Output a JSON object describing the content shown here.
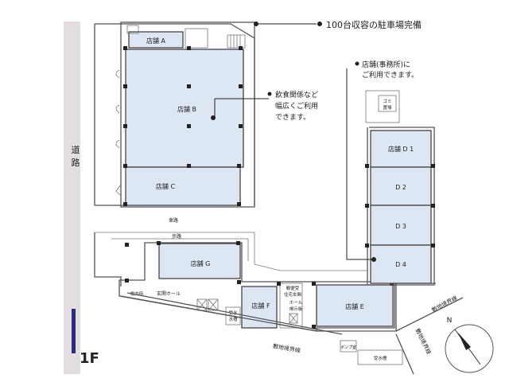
{
  "floor_label": "1F",
  "road": {
    "char1": "道",
    "char2": "路"
  },
  "notes": {
    "parking": "100台収容の駐車場完備",
    "office_line1": "店舗(事務所)に",
    "office_line2": "ご利用できます。",
    "food_line1": "飲食関係など",
    "food_line2": "幅広くご利用",
    "food_line3": "できます。"
  },
  "rooms": {
    "a": "店舗 A",
    "b": "店舗 B",
    "c": "店舗 C",
    "d1": "店舗 D 1",
    "d2": "D 2",
    "d3": "D 3",
    "d4": "D 4",
    "e": "店舗 E",
    "f": "店舗 F",
    "g": "店舗 G"
  },
  "labels": {
    "shadou": "車路",
    "hodou": "歩路",
    "gomi1": "ゴミ",
    "gomi2": "置場",
    "entrance_hall": "玄関ホール",
    "kagaisho": "電内街",
    "juusui1": "受水",
    "juusui2": "水槽",
    "post1": "郵便受",
    "post2": "住宅玄関",
    "post3": "ホール",
    "post4": "掲示板",
    "boundary_bottom": "敷地境界線",
    "boundary_right": "敷地境界線",
    "boundary_right2": "敷地境界線",
    "pump": "ポンプ室",
    "water_tank": "受水槽"
  },
  "compass": {
    "north": "N"
  },
  "colors": {
    "room_fill": "#dde6f3",
    "road_band": "#e3dedd",
    "floor_accent": "#2b2b80"
  }
}
